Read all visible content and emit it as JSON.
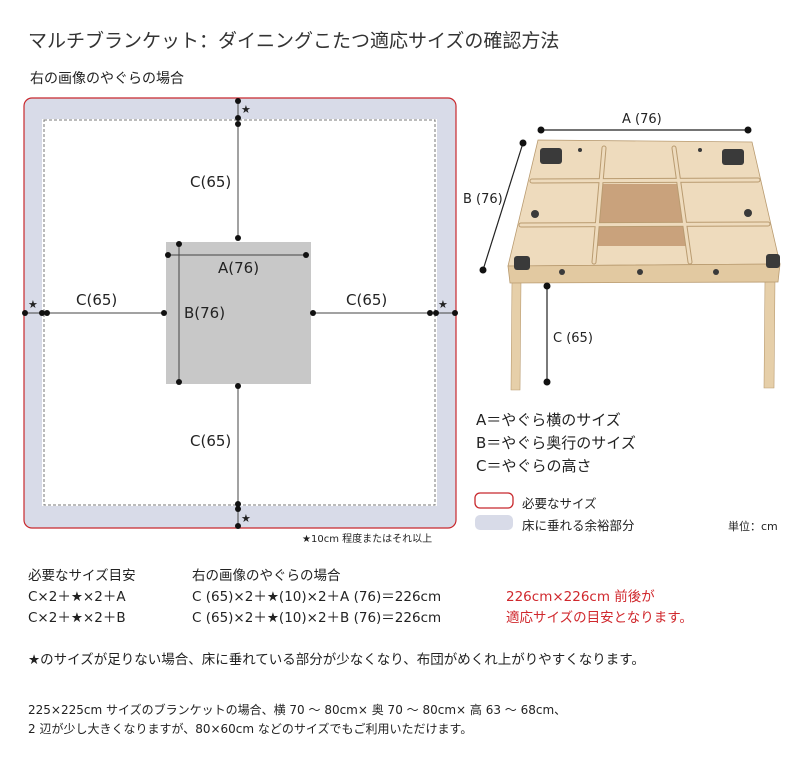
{
  "title": "マルチブランケット：ダイニングこたつ適応サイズの確認方法",
  "subtitle": "右の画像のやぐらの場合",
  "colors": {
    "required_border": "#c8282d",
    "floor_margin": "#d8dbe8",
    "table_top": "#c8c8c8",
    "red_text": "#d0282d",
    "wood": "#eedbbd",
    "mesh": "#c9a27c"
  },
  "diagram": {
    "c_top": "C(65)",
    "c_left": "C(65)",
    "c_right": "C(65)",
    "c_bottom": "C(65)",
    "a_label": "A(76)",
    "b_label": "B(76)",
    "star": "★",
    "star_note": "★10cm 程度またはそれ以上"
  },
  "photo": {
    "a_label": "A (76)",
    "b_label": "B (76)",
    "c_label": "C (65)"
  },
  "definitions": [
    "A＝やぐら横のサイズ",
    "B＝やぐら奥行のサイズ",
    "C＝やぐらの高さ"
  ],
  "legend": {
    "required": "必要なサイズ",
    "floor": "床に垂れる余裕部分",
    "unit": "単位：cm"
  },
  "calc": {
    "heading_left": "必要なサイズ目安",
    "heading_right": "右の画像のやぐらの場合",
    "formula1": "C×2＋★×2＋A",
    "formula2": "C×2＋★×2＋B",
    "example1": "C (65)×2＋★(10)×2＋A (76)＝226cm",
    "example2": "C (65)×2＋★(10)×2＋B (76)＝226cm",
    "result1": "226cm×226cm 前後が",
    "result2": "適応サイズの目安となります。"
  },
  "star_warning": "★のサイズが足りない場合、床に垂れている部分が少なくなり、布団がめくれ上がりやすくなります。",
  "bottom_note": [
    "225×225cm サイズのブランケットの場合、横 70 ～ 80cm× 奥 70 ～ 80cm× 高 63 ～ 68cm、",
    "2 辺が少し大きくなりますが、80×60cm などのサイズでもご利用いただけます。"
  ]
}
